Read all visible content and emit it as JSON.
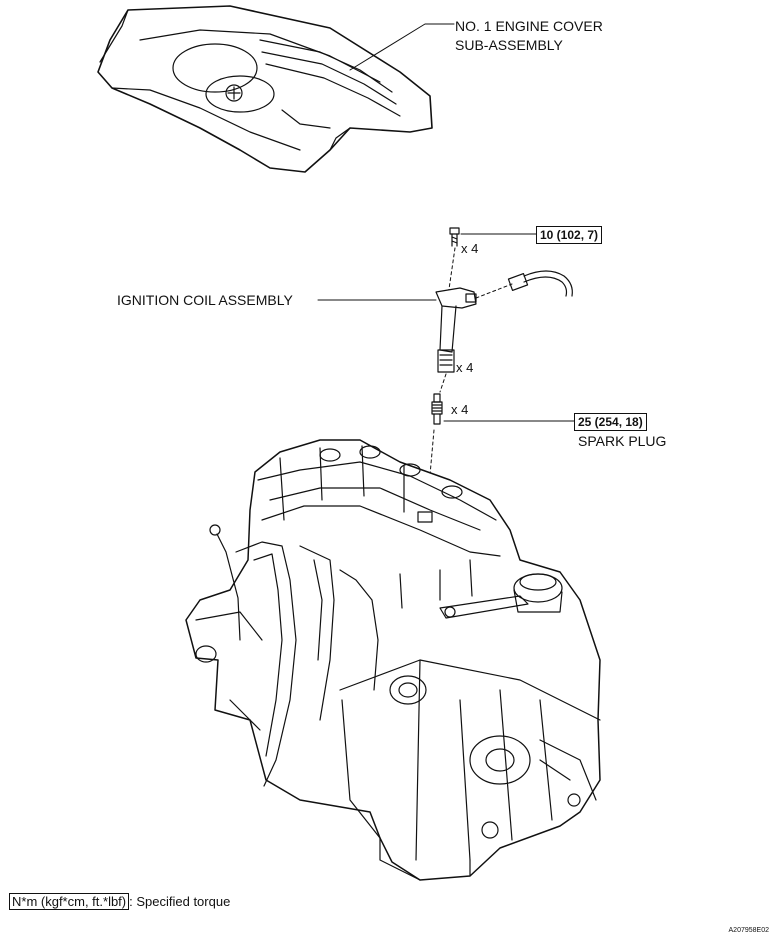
{
  "labels": {
    "engine_cover": [
      "NO. 1 ENGINE COVER",
      "SUB-ASSEMBLY"
    ],
    "ignition_coil": "IGNITION COIL ASSEMBLY",
    "spark_plug": "SPARK PLUG"
  },
  "torques": {
    "coil_bolt": "10 (102, 7)",
    "spark_plug": "25 (254, 18)"
  },
  "quantities": {
    "bolt": "x 4",
    "coil": "x 4",
    "plug": "x 4"
  },
  "legend": {
    "unit": "N*m (kgf*cm, ft.*lbf)",
    "text": ": Specified torque"
  },
  "figure_code": "A207958E02"
}
